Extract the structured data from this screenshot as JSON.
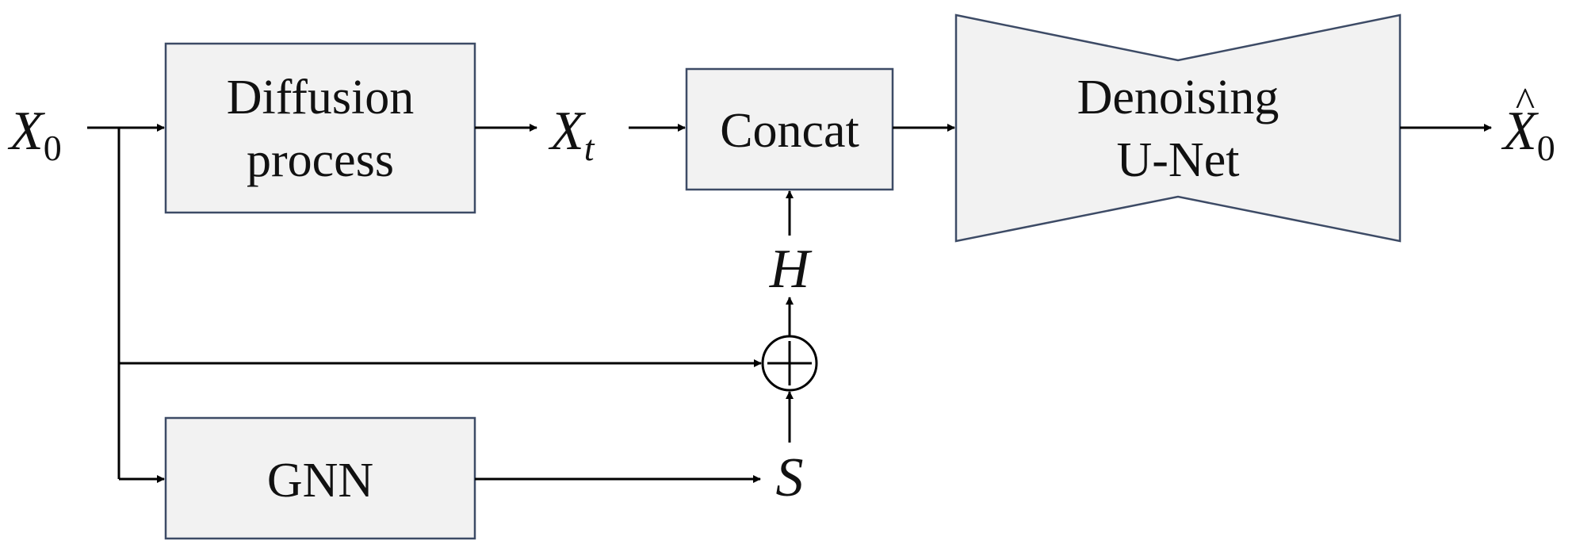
{
  "inputs": {
    "x0": {
      "symbol": "X",
      "subscript": "0"
    },
    "xt": {
      "symbol": "X",
      "subscript": "t"
    },
    "h": "H",
    "s": "S",
    "output": {
      "symbol": "X",
      "subscript": "0",
      "accent": "^"
    }
  },
  "blocks": {
    "diffusion": {
      "line1": "Diffusion",
      "line2": "process"
    },
    "concat": "Concat",
    "gnn": "GNN",
    "unet": {
      "line1": "Denoising",
      "line2": "U-Net"
    }
  },
  "operators": {
    "sum": "+"
  },
  "colors": {
    "block_fill": "#f2f2f2",
    "block_stroke": "#3d4b66",
    "wire": "#000000"
  }
}
